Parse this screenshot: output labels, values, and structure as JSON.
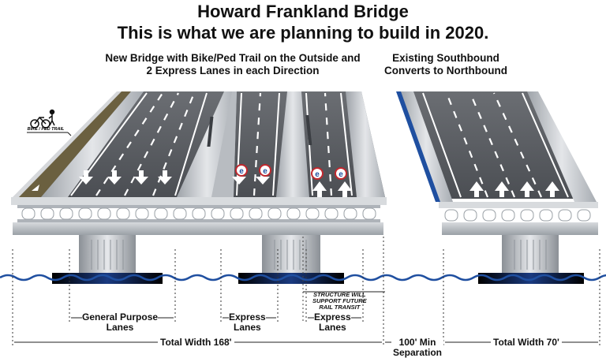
{
  "title": "Howard Frankland Bridge",
  "subtitle": "This is what we are planning to build in 2020.",
  "captions": {
    "new_bridge_line1": "New Bridge with Bike/Ped Trail on the Outside and",
    "new_bridge_line2": "2 Express Lanes in each Direction",
    "existing_line1": "Existing Southbound",
    "existing_line2": "Converts to Northbound"
  },
  "trail_sign": "BIKE / PED TRAIL",
  "express_badge_letter": "e",
  "structure_note": {
    "line1": "STRUCTURE WILL",
    "line2": "SUPPORT FUTURE",
    "line3": "RAIL TRANSIT"
  },
  "dimensions": {
    "general_purpose_line1": "General Purpose",
    "general_purpose_line2": "Lanes",
    "express_line1": "Express",
    "express_line2": "Lanes",
    "express2_line1": "Express",
    "express2_line2": "Lanes",
    "total_width_new": "Total Width 168'",
    "separation_line1": "100' Min",
    "separation_line2": "Separation",
    "total_width_existing": "Total Width 70'"
  },
  "colors": {
    "deck": "#5a5d62",
    "barrier": "#c9ccd0",
    "concrete": "#bfc3c8",
    "water": "#1f4fa0",
    "trail": "#6b6040"
  }
}
